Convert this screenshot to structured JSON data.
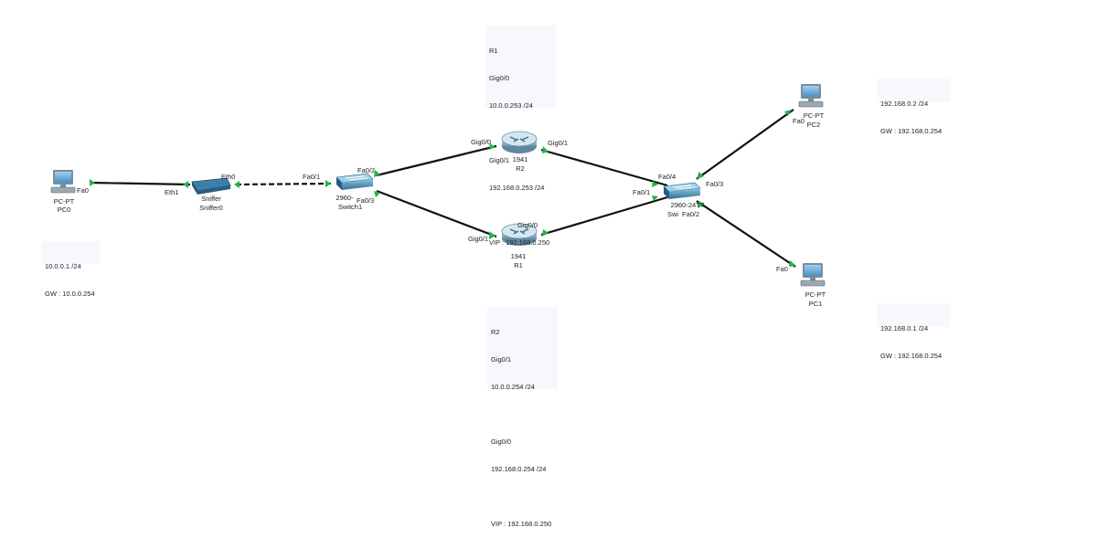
{
  "devices": {
    "pc0": {
      "model": "PC-PT",
      "name": "PC0"
    },
    "sniffer": {
      "model": "Sniffer",
      "name": "Sniffer0"
    },
    "switch1": {
      "model": "2960-",
      "name": "Switch1"
    },
    "r2": {
      "model": "1941",
      "name": "R2"
    },
    "r1": {
      "model": "1941",
      "name": "R1"
    },
    "switch2": {
      "model": "2960-24TT",
      "name": "Swi"
    },
    "pc2": {
      "model": "PC-PT",
      "name": "PC2"
    },
    "pc1": {
      "model": "PC-PT",
      "name": "PC1"
    }
  },
  "ports": {
    "pc0_fa0": "Fa0",
    "sniffer_eth1": "Eth1",
    "sniffer_eth0": "Eth0",
    "sw1_fa01": "Fa0/1",
    "sw1_fa02": "Fa0/2",
    "sw1_fa03": "Fa0/3",
    "r2_gig00": "Gig0/0",
    "r2_gig01": "Gig0/1",
    "r1_gig01": "Gig0/1",
    "r1_gig00": "Gig0/0",
    "sw2_fa04": "Fa0/4",
    "sw2_fa01": "Fa0/1",
    "sw2_fa03": "Fa0/3",
    "sw2_fa02": "Fa0/2",
    "pc2_fa0": "Fa0",
    "pc1_fa0": "Fa0"
  },
  "notes": {
    "r1": [
      "R1",
      "Gig0/0",
      "10.0.0.253 /24",
      "",
      "Gig0/1",
      "192.168.0.253 /24",
      "",
      "VIP : 192.168.0.250"
    ],
    "r2": [
      "R2",
      "Gig0/1",
      "10.0.0.254 /24",
      "",
      "Gig0/0",
      "192.168.0.254 /24",
      "",
      "VIP : 192.168.0.250"
    ],
    "pc0": [
      "10.0.0.1 /24",
      "GW : 10.0.0.254"
    ],
    "pc2": [
      "192.168.0.2 /24",
      "GW : 192.168.0.254"
    ],
    "pc1": [
      "192.168.0.1 /24",
      "GW : 192.168.0.254"
    ]
  },
  "colors": {
    "link": "#111111",
    "link_up": "#22b14c",
    "device_blue": "#3a7ea8",
    "note_bg": "#f7f8fd"
  }
}
